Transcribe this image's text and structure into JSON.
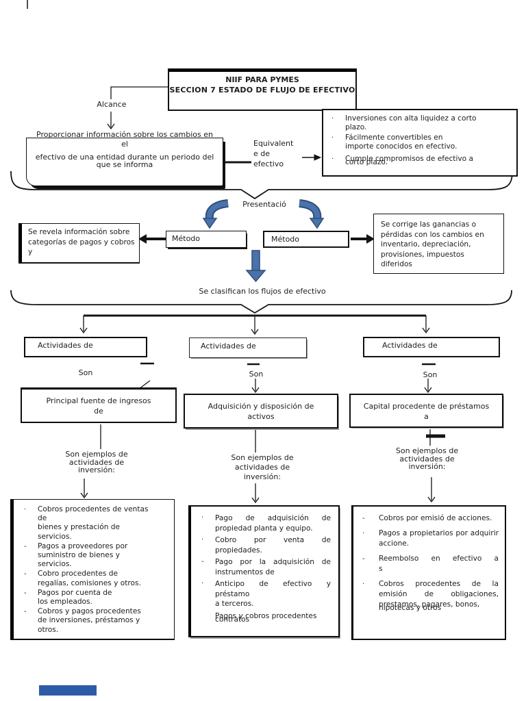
{
  "colors": {
    "ink": "#141414",
    "accent_blue": "#4a72ab",
    "accent_blue_dark": "#2f4e78",
    "footer_bar_blue": "#2d5ba7",
    "shadow_gray": "#9a9a9a"
  },
  "header": {
    "title_line1": "NIIF PARA PYMES",
    "title_line2": "SECCION 7 ESTADO DE FLUJO DE EFECTIVO"
  },
  "scope": {
    "label": "Alcance",
    "box_lines": [
      "Proporcionar información sobre los cambios en",
      "el",
      "efectivo de una entidad durante un periodo del",
      "que se informa"
    ]
  },
  "equivalents": {
    "label_lines": [
      "Equivalent",
      "e de",
      "efectivo"
    ],
    "items": [
      {
        "marker": "·",
        "lines": [
          "Inversiones con alta liquidez a corto",
          "plazo."
        ]
      },
      {
        "marker": "·",
        "lines": [
          "Fácilmente convertibles en",
          "importe conocidos en efectivo."
        ]
      },
      {
        "marker": "·",
        "lines": [
          "Cumple compromisos de efectivo a"
        ],
        "overlap": "corto plazo."
      }
    ]
  },
  "presentation": {
    "label": "Presentació",
    "method_left_label": "Método",
    "method_right_label": "Método",
    "direct_note_lines": [
      "Se revela información sobre",
      "categorías de pagos y cobros",
      "y"
    ],
    "indirect_note_lines": [
      "Se corrige las ganancias o",
      "pérdidas con los cambios en",
      "inventario, depreciación,",
      "provisiones, impuestos",
      "diferidos"
    ]
  },
  "classification": {
    "label": "Se clasifican los flujos de efectivo"
  },
  "columns": [
    {
      "activity_label": "Actividades de",
      "son_label": "Son",
      "definition_lines": [
        "Principal fuente de ingresos",
        "de"
      ],
      "examples_label_lines": [
        "Son ejemplos de",
        "actividades de",
        "inversión:"
      ],
      "items": [
        {
          "marker": "·",
          "lines": [
            "Cobros procedentes de ventas",
            "de",
            "bienes y prestación de",
            "servicios."
          ]
        },
        {
          "marker": "-",
          "lines": [
            "Pagos a proveedores por",
            "suministro de bienes y",
            "servicios."
          ]
        },
        {
          "marker": "-",
          "lines": [
            "Cobro procedentes de",
            "regalías, comisiones  y otros."
          ]
        },
        {
          "marker": "-",
          "lines": [
            "Pagos por cuenta de",
            "los empleados."
          ]
        },
        {
          "marker": "-",
          "lines": [
            "Cobros y pagos procedentes",
            "de inversiones, préstamos y",
            "otros."
          ]
        }
      ]
    },
    {
      "activity_label": "Actividades de",
      "son_label": "Son",
      "definition_lines": [
        "Adquisición y disposición de",
        "activos"
      ],
      "examples_label_lines": [
        "Son ejemplos de",
        "actividades de",
        "inversión:"
      ],
      "items": [
        {
          "marker": "·",
          "text": "Pago de adquisición de propiedad planta y equipo."
        },
        {
          "marker": "·",
          "text": "Cobro por venta de propiedades."
        },
        {
          "marker": "-",
          "text": "Pago por la adquisición de instrumentos de"
        },
        {
          "marker": "·",
          "lines": [
            "Anticipo de efectivo y",
            "préstamo",
            "a terceros."
          ]
        },
        {
          "marker": "",
          "lines": [
            "Pagos y cobros procedentes"
          ],
          "overlap": "contratos"
        }
      ]
    },
    {
      "activity_label": "Actividades de",
      "son_label": "Son",
      "definition_lines": [
        "Capital procedente de préstamos",
        "a"
      ],
      "examples_label_lines": [
        "Son ejemplos de",
        "actividades de",
        "inversión:"
      ],
      "items": [
        {
          "marker": "-",
          "text": "Cobros por emisió de acciones."
        },
        {
          "marker": "·",
          "text": "Pagos a propietarios por adquirir accione."
        },
        {
          "marker": "-",
          "lines": [
            "Reembolso en efectivo a",
            "s"
          ]
        },
        {
          "marker": "·",
          "text": "Cobros procedentes de la emisión de obligaciones, prestamos, pagares, bonos,",
          "overlap": "hipotecas y otros"
        }
      ]
    }
  ]
}
